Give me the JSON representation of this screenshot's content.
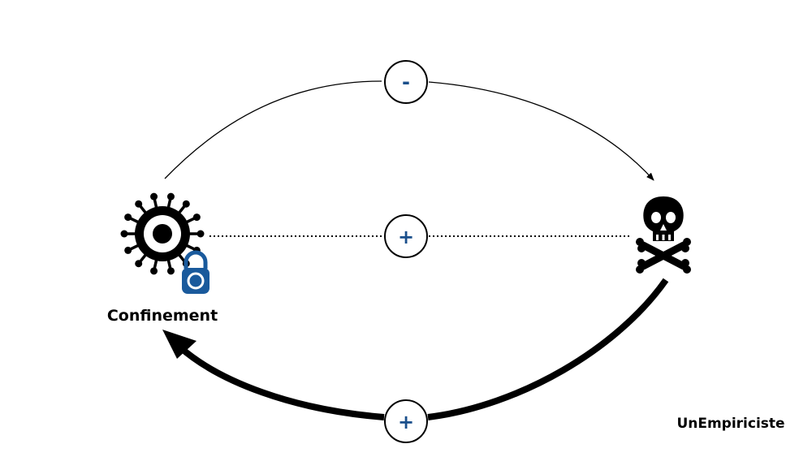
{
  "diagram": {
    "nodes": {
      "left": {
        "label": "Confinement",
        "icon": "virus-icon",
        "badge_icon": "padlock-icon"
      },
      "right": {
        "label": "",
        "icon": "skull-crossbones-icon"
      }
    },
    "links": {
      "top": {
        "sign": "-",
        "from": "left",
        "to": "right",
        "style": "thin-arrow"
      },
      "middle": {
        "sign": "+",
        "from": "left",
        "to": "right",
        "style": "dotted"
      },
      "bottom": {
        "sign": "+",
        "from": "right",
        "to": "left",
        "style": "thick-arrow"
      }
    },
    "credit": "UnEmpiriciste",
    "colors": {
      "sign": "#1a4f8b",
      "padlock": "#1a5a9c",
      "ink": "#000000"
    }
  }
}
